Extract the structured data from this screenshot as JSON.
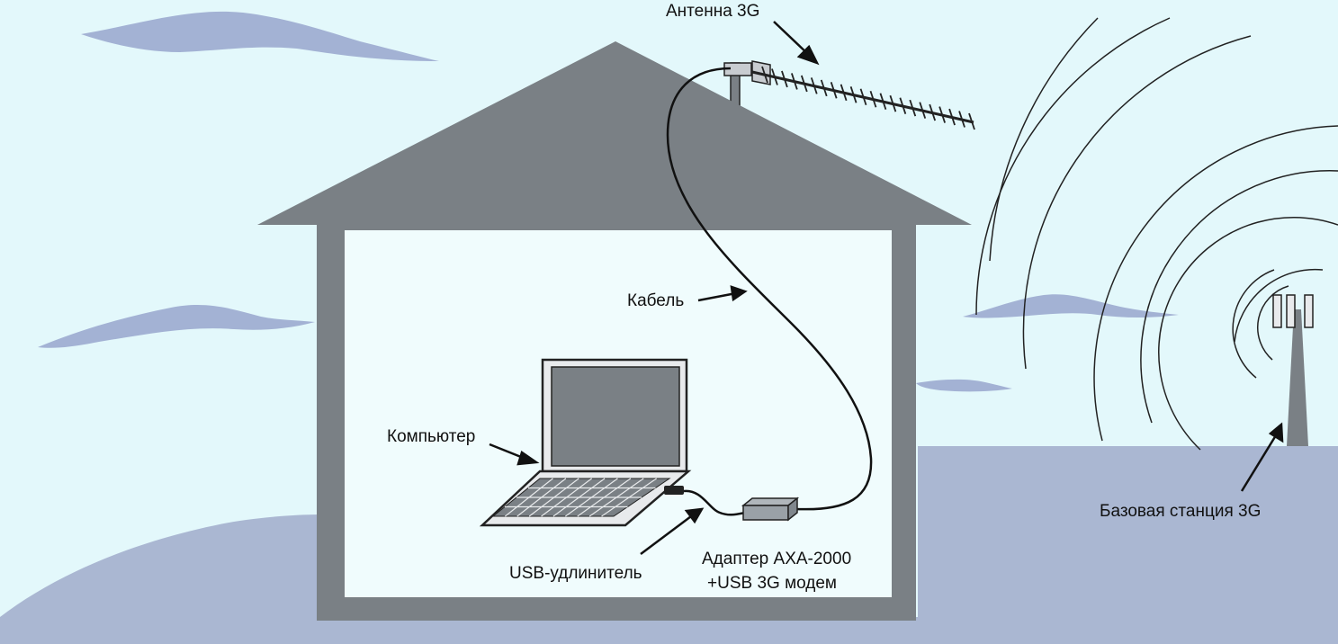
{
  "diagram": {
    "labels": {
      "antenna": "Антенна 3G",
      "cable": "Кабель",
      "computer": "Компьютер",
      "usb_extender": "USB-удлинитель",
      "adapter_line1": "Адаптер AXA-2000",
      "adapter_line2": "+USB 3G модем",
      "base_station": "Базовая станция 3G"
    }
  },
  "colors": {
    "sky": "#e3f8fb",
    "house": "#7a8085",
    "interior": "#f0fcfd",
    "ground": "#aab7d2",
    "clouds": "#a3b2d4",
    "line": "#111111"
  }
}
